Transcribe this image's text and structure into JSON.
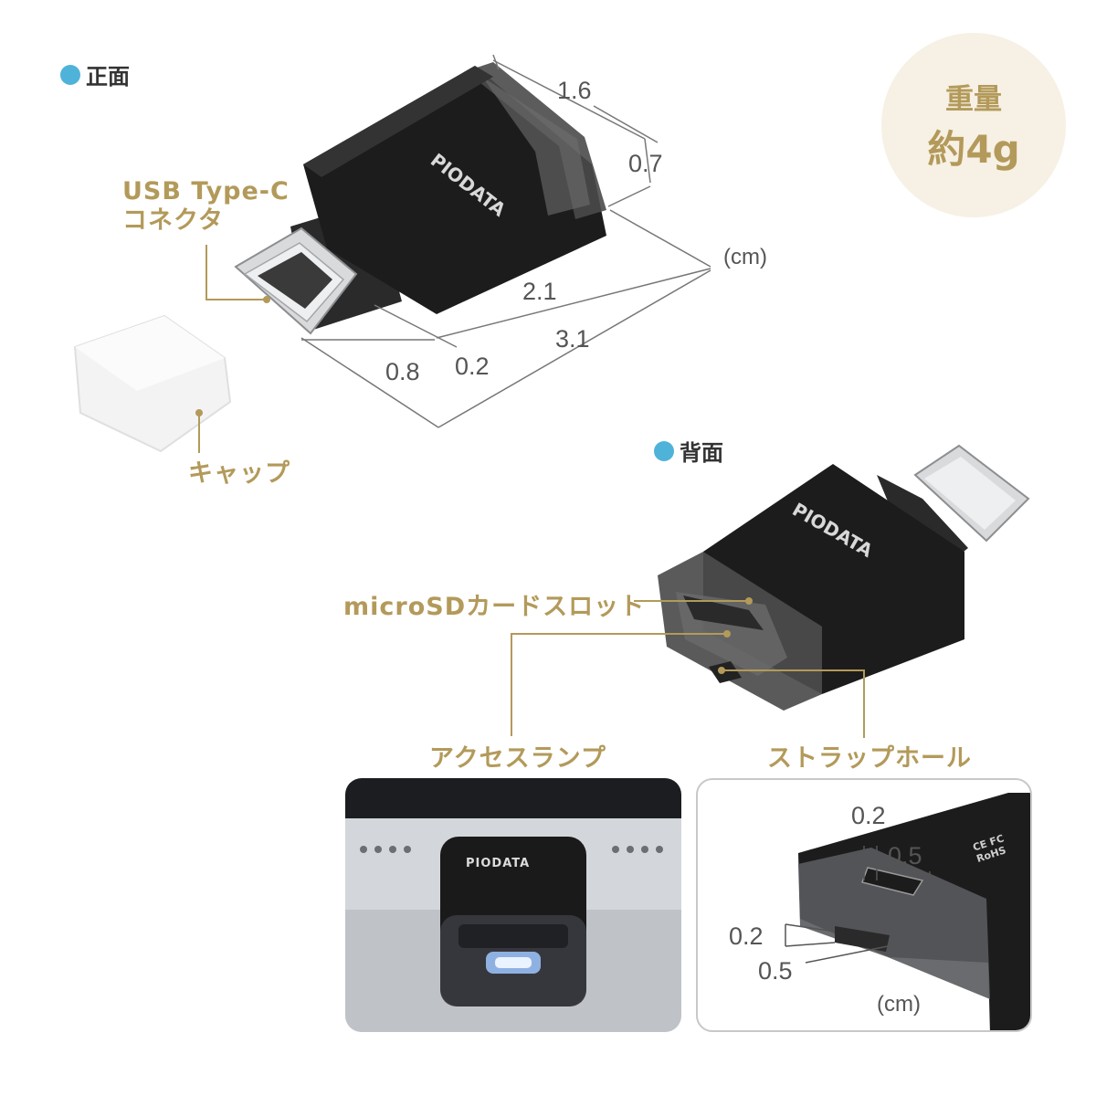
{
  "front": {
    "section_label": "正面"
  },
  "back": {
    "section_label": "背面"
  },
  "weight": {
    "title": "重量",
    "value": "約4g"
  },
  "brand": "PIODATA",
  "labels": {
    "usb_connector_line1": "USB Type-C",
    "usb_connector_line2": "コネクタ",
    "cap": "キャップ",
    "microsd_slot": "microSDカードスロット",
    "access_lamp": "アクセスランプ",
    "strap_hole": "ストラップホール"
  },
  "dimensions": {
    "width": "1.6",
    "thickness": "0.7",
    "body_length": "2.1",
    "total_length": "3.1",
    "connector_length": "0.8",
    "gap": "0.2",
    "unit": "(cm)"
  },
  "detail": {
    "top_small": "0.2",
    "top_width": "0.5",
    "side_small": "0.2",
    "side_width": "0.5",
    "unit": "(cm)",
    "cert_marks": "CE FC RoHS"
  },
  "colors": {
    "accent_dot": "#4fb3d9",
    "label_gold": "#b39a5a",
    "badge_bg": "#f7f0e4",
    "device_black": "#1c1c1c"
  }
}
